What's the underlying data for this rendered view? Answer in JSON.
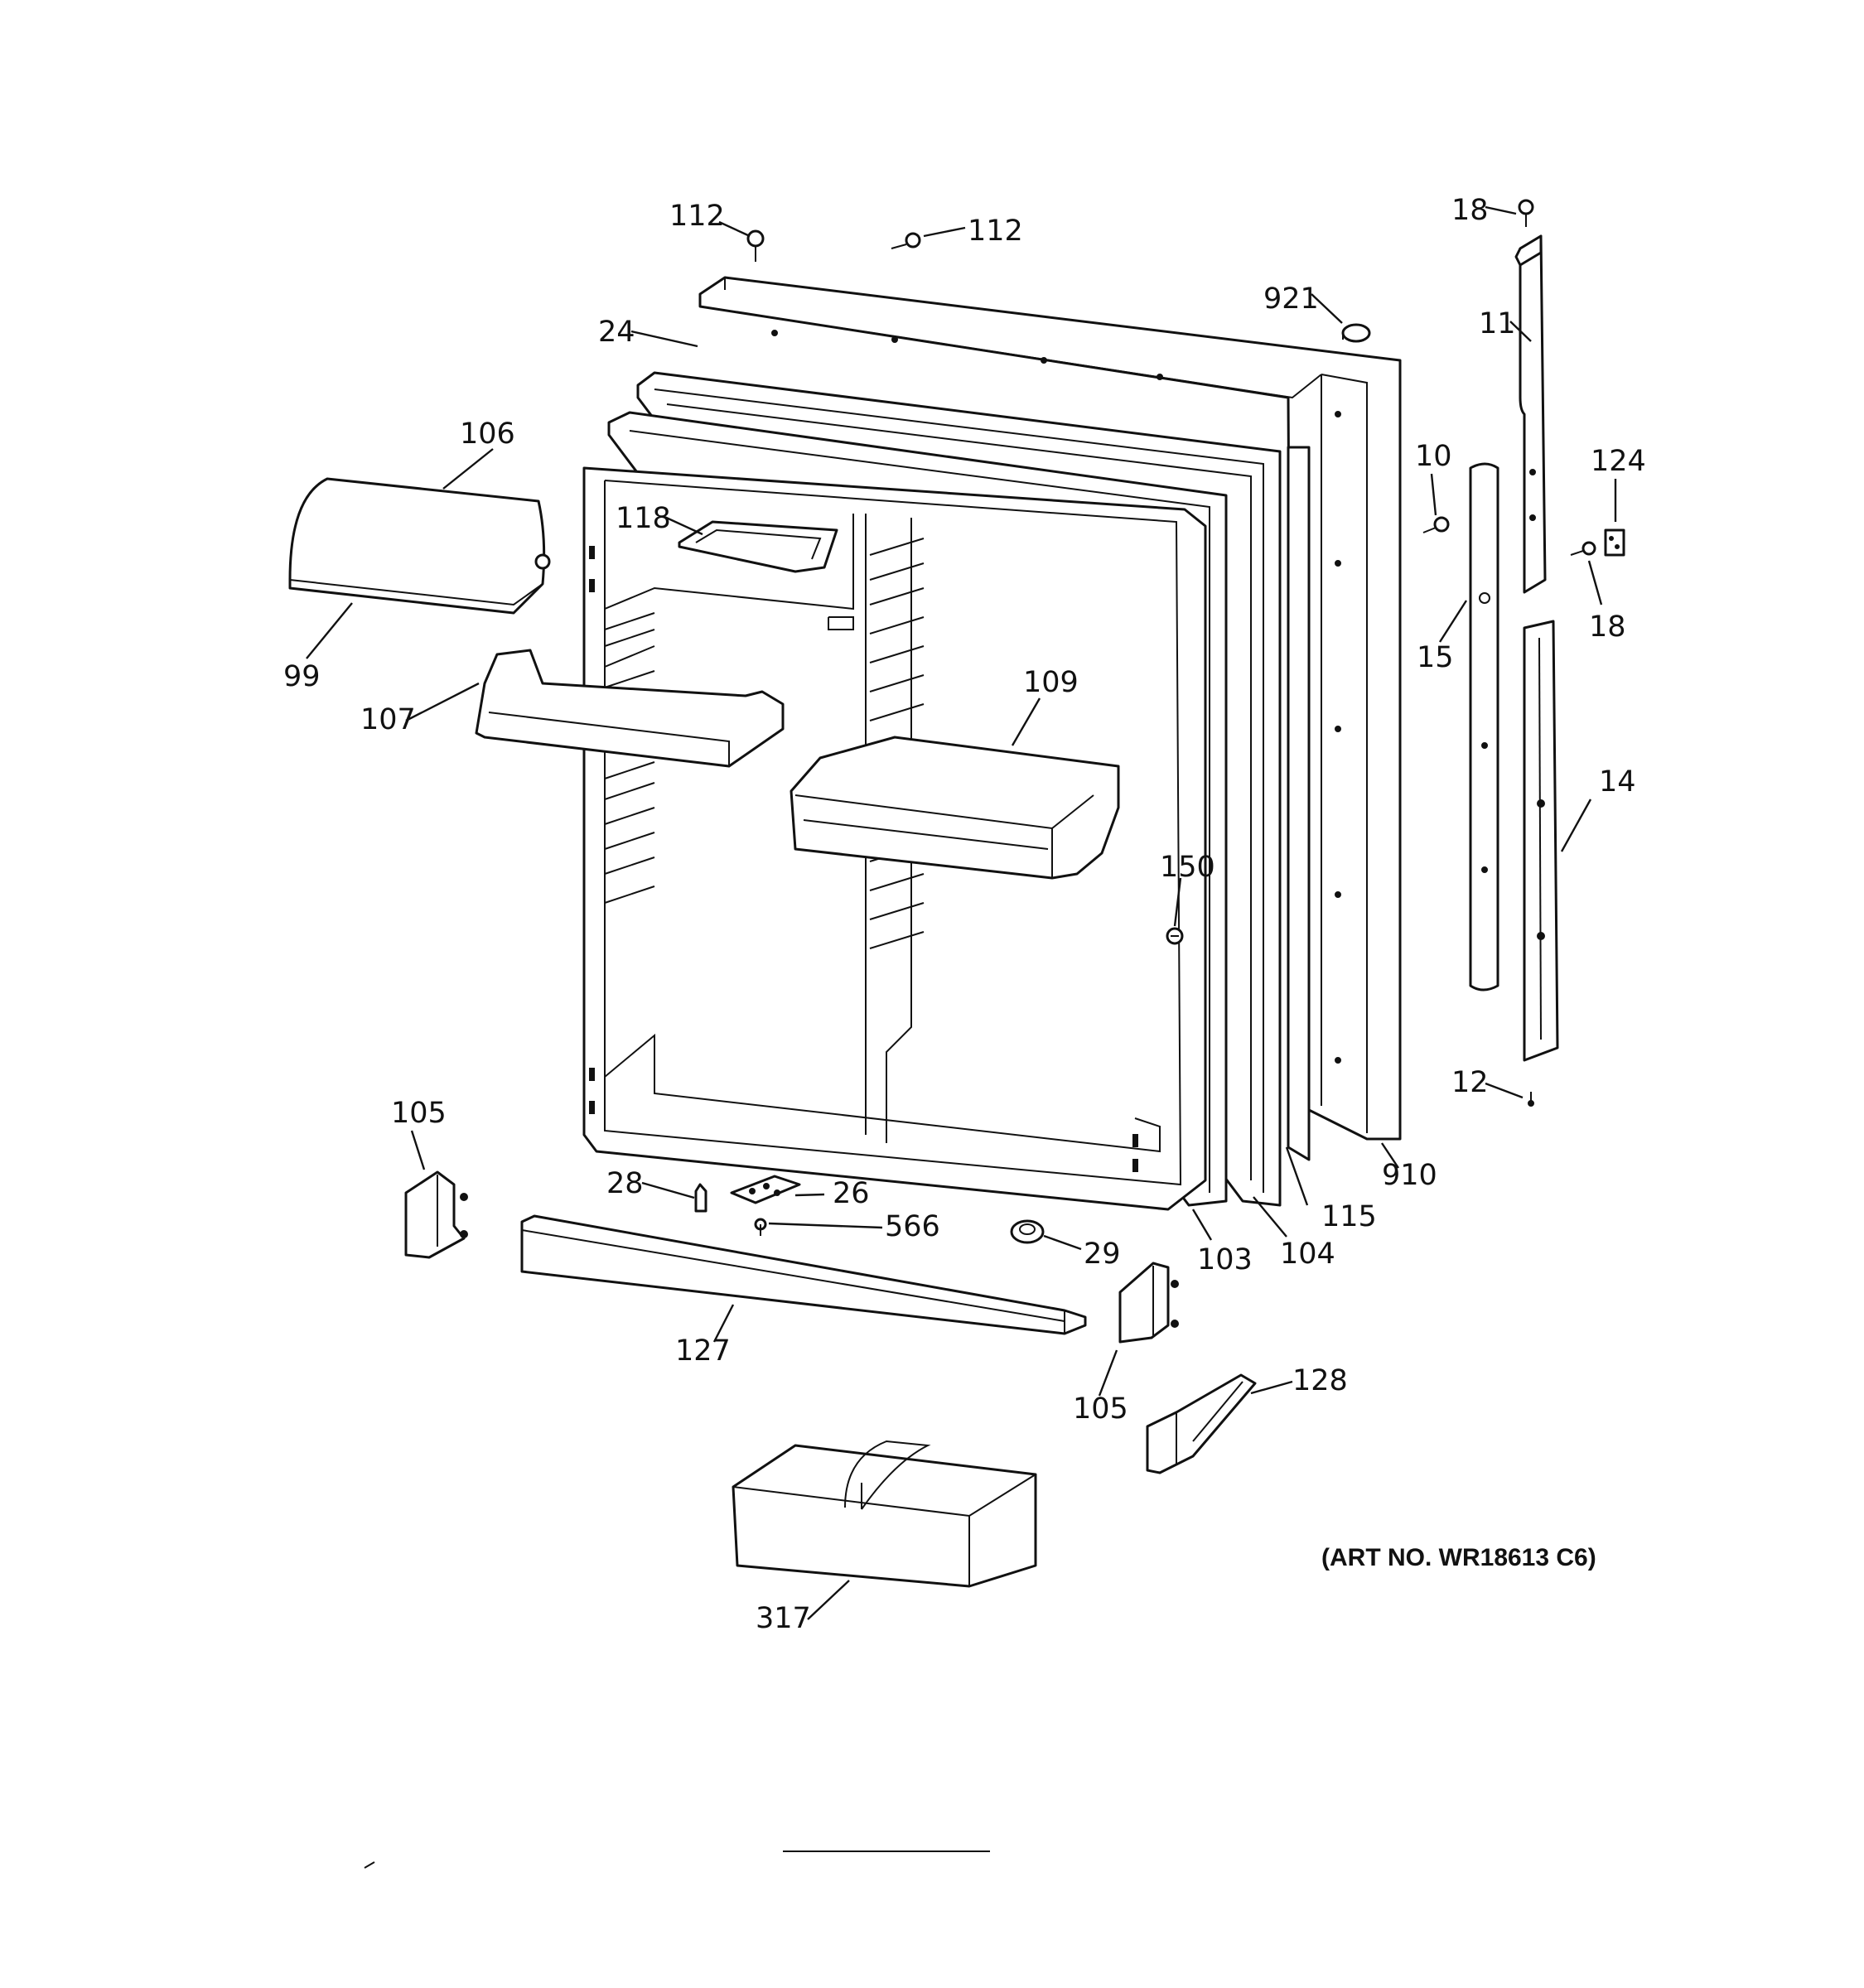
{
  "art_number": "(ART NO. WR18613 C6)",
  "callouts": {
    "c112a": "112",
    "c112b": "112",
    "c18a": "18",
    "c921": "921",
    "c24": "24",
    "c11": "11",
    "c106": "106",
    "c10": "10",
    "c124": "124",
    "c118": "118",
    "c18b": "18",
    "c99": "99",
    "c15": "15",
    "c109": "109",
    "c107": "107",
    "c14": "14",
    "c150": "150",
    "c12": "12",
    "c105a": "105",
    "c910": "910",
    "c28": "28",
    "c26": "26",
    "c115": "115",
    "c566": "566",
    "c29": "29",
    "c103": "103",
    "c104": "104",
    "c127": "127",
    "c128": "128",
    "c105b": "105",
    "c317": "317"
  }
}
